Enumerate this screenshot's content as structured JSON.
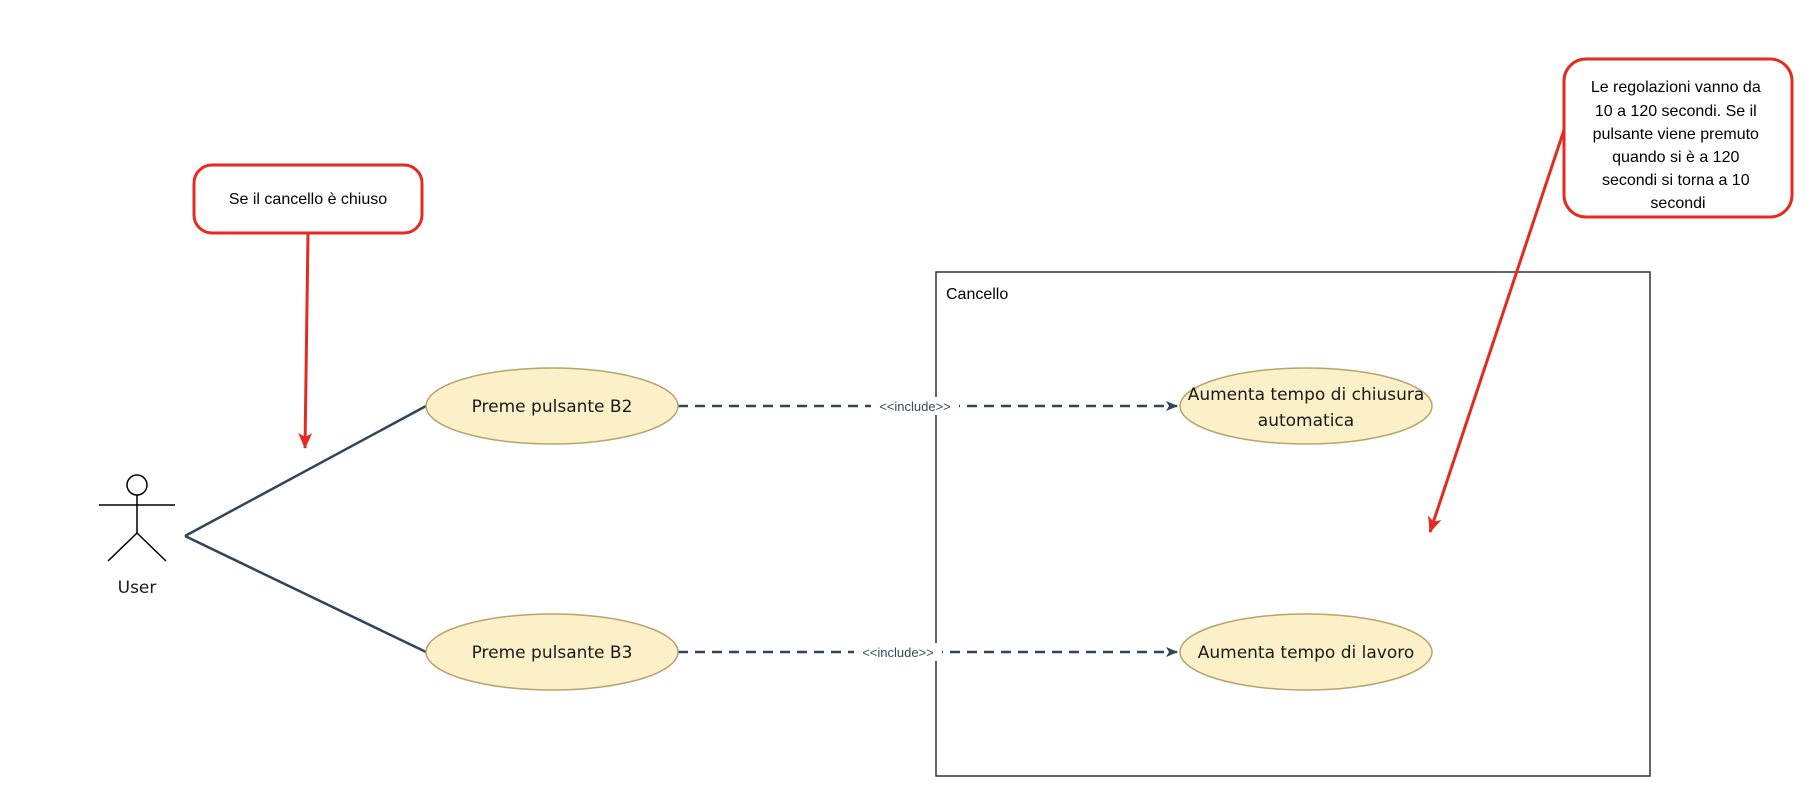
{
  "diagram": {
    "actor": {
      "label": "User"
    },
    "boundary": {
      "label": "Cancello"
    },
    "use_cases": {
      "b2": {
        "label": "Preme pulsante B2"
      },
      "b3": {
        "label": "Preme pulsante B3"
      },
      "chiusura": {
        "line1": "Aumenta tempo di chiusura",
        "line2": "automatica"
      },
      "lavoro": {
        "label": "Aumenta tempo di lavoro"
      }
    },
    "relations": {
      "include_top": "<<include>>",
      "include_bottom": "<<include>>"
    },
    "notes": {
      "closed": {
        "text": "Se il cancello è chiuso"
      },
      "range": {
        "lines": [
          "Le regolazioni vanno da",
          "10 a 120 secondi. Se il",
          "pulsante viene premuto",
          "quando si è a 120",
          "secondi si torna a 10",
          "secondi"
        ]
      }
    },
    "colors": {
      "use_case_fill": "#fcf0c8",
      "use_case_stroke": "#b8a36a",
      "association": "#2f4558",
      "note_border": "#e52a1f",
      "note_arrow": "#e52a1f",
      "boundary_stroke": "#333333"
    }
  }
}
